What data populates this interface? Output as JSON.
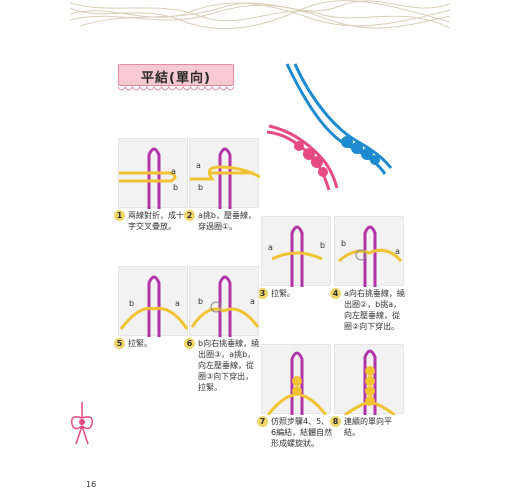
{
  "header": {
    "title": "平結(單向)"
  },
  "steps": [
    {
      "num": "1",
      "caption": "兩線對折，成十字交叉疊放。"
    },
    {
      "num": "2",
      "caption": "a挑b，壓垂線，穿過圈①。"
    },
    {
      "num": "3",
      "caption": "拉緊。"
    },
    {
      "num": "4",
      "caption": "a向右挑垂線，繞出圈②，b挑a，向左壓垂線，從圈②向下穿出。"
    },
    {
      "num": "5",
      "caption": "拉緊。"
    },
    {
      "num": "6",
      "caption": "b向右挑垂線，繞出圈③，a挑b，向左壓垂線，從圈③向下穿出，拉緊。"
    },
    {
      "num": "7",
      "caption": "仿照步驟4、5、6編結，結體自然形成螺旋狀。"
    },
    {
      "num": "8",
      "caption": "連續的單向平結。"
    }
  ],
  "labels": {
    "a": "a",
    "b": "b"
  },
  "page_number": "16",
  "colors": {
    "purple": "#b234a8",
    "yellow": "#f1c232",
    "pink": "#e64a84",
    "blue": "#1e8bd1"
  }
}
